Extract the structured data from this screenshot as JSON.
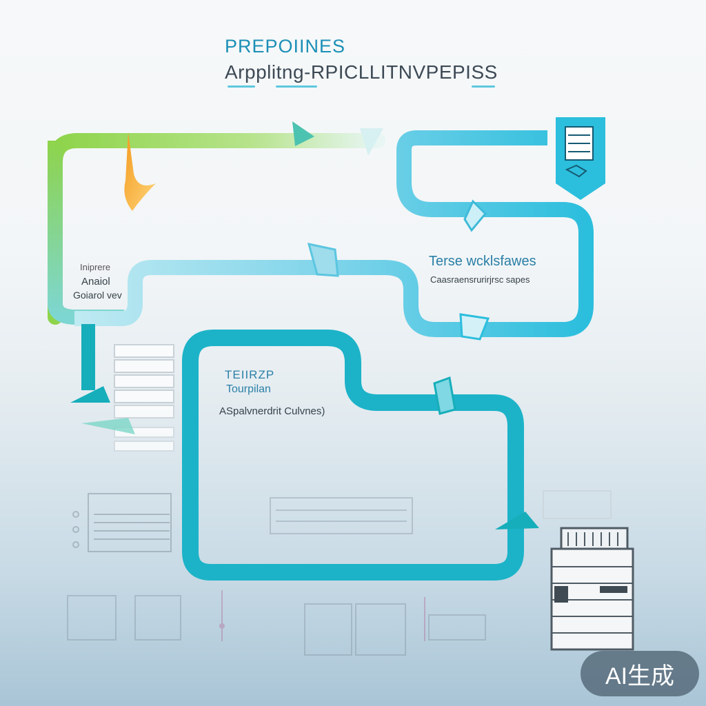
{
  "title": {
    "line1": "PREPOIINES",
    "line2": "Arpplitng-RPICLLITNVPEPISS"
  },
  "nodes": {
    "left_box": {
      "line1": "Iniprere",
      "line2": "Anaiol",
      "line3": "Goiarol vev"
    },
    "right_box": {
      "heading": "Terse wcklsfawes",
      "caption": "Caasraensrurirjrsc sapes"
    },
    "center_box": {
      "heading": "TEIIRZP",
      "subheading": "Tourpilan",
      "caption": "ASpalvnerdrit Culvnes)"
    }
  },
  "colors": {
    "green_path": "#8ed44a",
    "teal_path": "#16aeba",
    "cyan_path": "#2cbedd",
    "orange_accent": "#f5a623",
    "title_blue": "#1b8fb6"
  },
  "icons": [
    "document-icon",
    "stacked-pages-icon",
    "list-icon",
    "printer-icon",
    "arrow-icon"
  ],
  "badge": "AI生成"
}
